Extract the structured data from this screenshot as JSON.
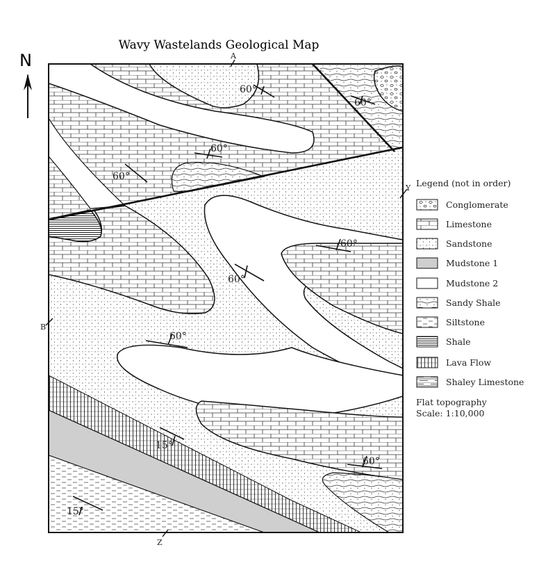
{
  "title": "Wavy Wastelands Geological Map",
  "north_label": "N",
  "points": {
    "a": "A",
    "b": "B",
    "y": "Y",
    "z": "Z"
  },
  "dips": [
    "60°",
    "60°",
    "60°",
    "60°",
    "60°",
    "60°",
    "60°",
    "60°",
    "15°",
    "15°"
  ],
  "legend": {
    "title": "Legend (not in order)",
    "items": [
      {
        "label": "Conglomerate",
        "pattern": "conglomerate"
      },
      {
        "label": "Limestone",
        "pattern": "limestone"
      },
      {
        "label": "Sandstone",
        "pattern": "sandstone"
      },
      {
        "label": "Mudstone 1",
        "pattern": "mudstone1"
      },
      {
        "label": "Mudstone 2",
        "pattern": "mudstone2"
      },
      {
        "label": "Sandy Shale",
        "pattern": "sandyshale"
      },
      {
        "label": "Siltstone",
        "pattern": "siltstone"
      },
      {
        "label": "Shale",
        "pattern": "shale"
      },
      {
        "label": "Lava Flow",
        "pattern": "lava"
      },
      {
        "label": "Shaley Limestone",
        "pattern": "shaleylimestone"
      }
    ]
  },
  "notes": {
    "topography": "Flat topography",
    "scale": "Scale: 1:10,000"
  },
  "colors": {
    "mudstone1": "#cfcfcf",
    "line": "#1a1a1a"
  }
}
